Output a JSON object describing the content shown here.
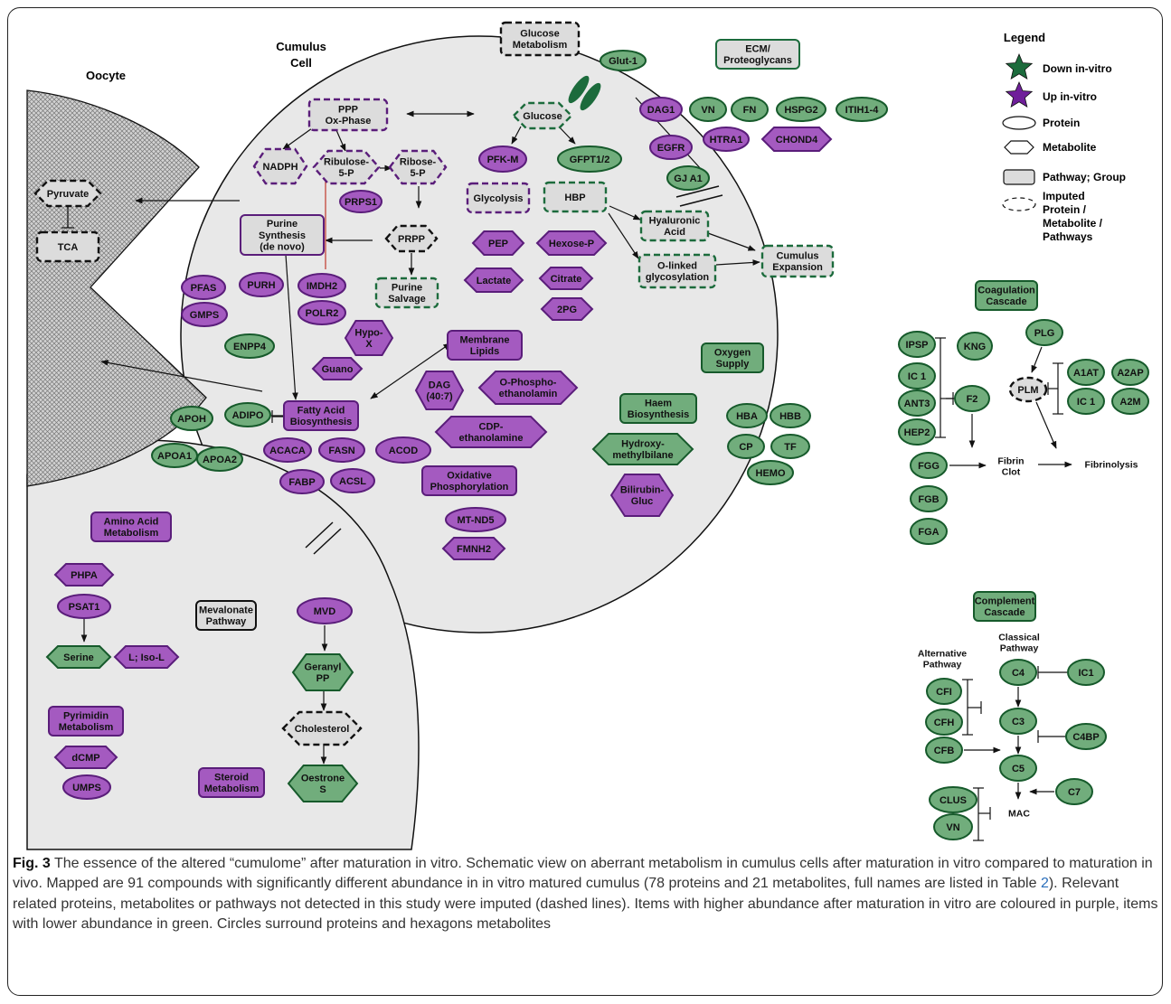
{
  "colors": {
    "purple_fill": "#a45ac0",
    "purple_stroke": "#5a1d7a",
    "green_fill": "#71ad7c",
    "green_stroke": "#165a2b",
    "dark_green": "#1c6b3c",
    "gray_fill": "#dcdcdc",
    "cell_fill": "#e8e8e8",
    "black": "#111111",
    "red_line": "#c0392b",
    "link_blue": "#2a6ebb"
  },
  "labels": {
    "oocyte": "Oocyte",
    "cumulus_cell": "Cumulus\nCell"
  },
  "legend": {
    "title": "Legend",
    "down": "Down in-vitro",
    "up": "Up in-vitro",
    "protein": "Protein",
    "metabolite": "Metabolite",
    "pathway": "Pathway; Group",
    "imputed": "Imputed\nProtein /\nMetabolite /\nPathways"
  },
  "nodes": {
    "glucose_metabolism": "Glucose\nMetabolism",
    "ecm": "ECM/\nProteoglycans",
    "glut1": "Glut-1",
    "ppp": "PPP\nOx-Phase",
    "glucose": "Glucose",
    "dag1": "DAG1",
    "vn_top": "VN",
    "fn": "FN",
    "hspg2": "HSPG2",
    "itih": "ITIH1-4",
    "htra1": "HTRA1",
    "chond4": "CHOND4",
    "egfr": "EGFR",
    "gja1": "GJ A1",
    "nadph": "NADPH",
    "ribulose": "Ribulose-\n5-P",
    "ribose": "Ribose-\n5-P",
    "pfkm": "PFK-M",
    "gfpt": "GFPT1/2",
    "prps1": "PRPS1",
    "glycolysis": "Glycolysis",
    "hbp": "HBP",
    "pyruvate": "Pyruvate",
    "tca": "TCA",
    "purine_synthesis": "Purine\nSynthesis\n(de novo)",
    "prpp": "PRPP",
    "pep": "PEP",
    "hexose": "Hexose-P",
    "hyaluronic": "Hyaluronic\nAcid",
    "olinked": "O-linked\nglycosylation",
    "cumulus_expansion": "Cumulus\nExpansion",
    "lactate": "Lactate",
    "citrate": "Citrate",
    "pfas": "PFAS",
    "purh": "PURH",
    "imdh2": "IMDH2",
    "gmps": "GMPS",
    "polr2": "POLR2",
    "purine_salvage": "Purine\nSalvage",
    "twopg": "2PG",
    "enpp4": "ENPP4",
    "hypox": "Hypo-\nX",
    "membrane_lipids": "Membrane\nLipids",
    "oxygen_supply": "Oxygen\nSupply",
    "guano": "Guano",
    "dag407": "DAG\n(40:7)",
    "ophospho": "O-Phospho-\nethanolamin",
    "apoh": "APOH",
    "adipo": "ADIPO",
    "fatty_acid": "Fatty Acid\nBiosynthesis",
    "haem": "Haem\nBiosynthesis",
    "hba": "HBA",
    "hbb": "HBB",
    "cdp": "CDP-\nethanolamine",
    "apoa1": "APOA1",
    "apoa2": "APOA2",
    "acaca": "ACACA",
    "fasn": "FASN",
    "acod": "ACOD",
    "hydroxy": "Hydroxy-\nmethylbilane",
    "cp": "CP",
    "tf": "TF",
    "fabp": "FABP",
    "acsl": "ACSL",
    "hemo": "HEMO",
    "oxphos": "Oxidative\nPhosphorylation",
    "bilirubin": "Bilirubin-\nGluc",
    "mtnd5": "MT-ND5",
    "fmnh2": "FMNH2",
    "amino_acid": "Amino Acid\nMetabolism",
    "phpa": "PHPA",
    "psat1": "PSAT1",
    "serine": "Serine",
    "liso": "L; Iso-L",
    "mevalonate": "Mevalonate\nPathway",
    "mvd": "MVD",
    "geranyl": "Geranyl\nPP",
    "pyrimidin": "Pyrimidin\nMetabolism",
    "cholesterol": "Cholesterol",
    "dcmp": "dCMP",
    "umps": "UMPS",
    "steroid": "Steroid\nMetabolism",
    "oestrone": "Oestrone\nS",
    "coagulation": "Coagulation\nCascade",
    "ipsp": "IPSP",
    "kng": "KNG",
    "plg": "PLG",
    "ic1_a": "IC 1",
    "ant3": "ANT3",
    "f2": "F2",
    "plm": "PLM",
    "a1at": "A1AT",
    "a2ap": "A2AP",
    "ic1_b": "IC 1",
    "a2m": "A2M",
    "hep2": "HEP2",
    "fgg": "FGG",
    "fibrin_clot": "Fibrin\nClot",
    "fibrinolysis": "Fibrinolysis",
    "fgb": "FGB",
    "fga": "FGA",
    "complement": "Complement\nCascade",
    "classical": "Classical\nPathway",
    "alternative": "Alternative\nPathway",
    "c4": "C4",
    "ic1_c": "IC1",
    "cfi": "CFI",
    "c3": "C3",
    "cfh": "CFH",
    "c4bp": "C4BP",
    "cfb": "CFB",
    "c5": "C5",
    "c7": "C7",
    "clus": "CLUS",
    "vn_bottom": "VN",
    "mac": "MAC"
  },
  "caption": {
    "label": "Fig. 3",
    "text_before_ref": " The essence of the altered “cumulome” after maturation in vitro. Schematic view on aberrant metabolism in cumulus cells after maturation in vitro compared to maturation in vivo. Mapped are 91 compounds with significantly different abundance in in vitro matured cumulus (78 proteins and 21 metabolites, full names are listed in Table ",
    "ref": "2",
    "text_after_ref": "). Relevant related proteins, metabolites or pathways not detected in this study were imputed (dashed lines). Items with higher abundance after maturation in vitro are coloured in purple, items with lower abundance in green. Circles surround proteins and hexagons metabolites"
  }
}
